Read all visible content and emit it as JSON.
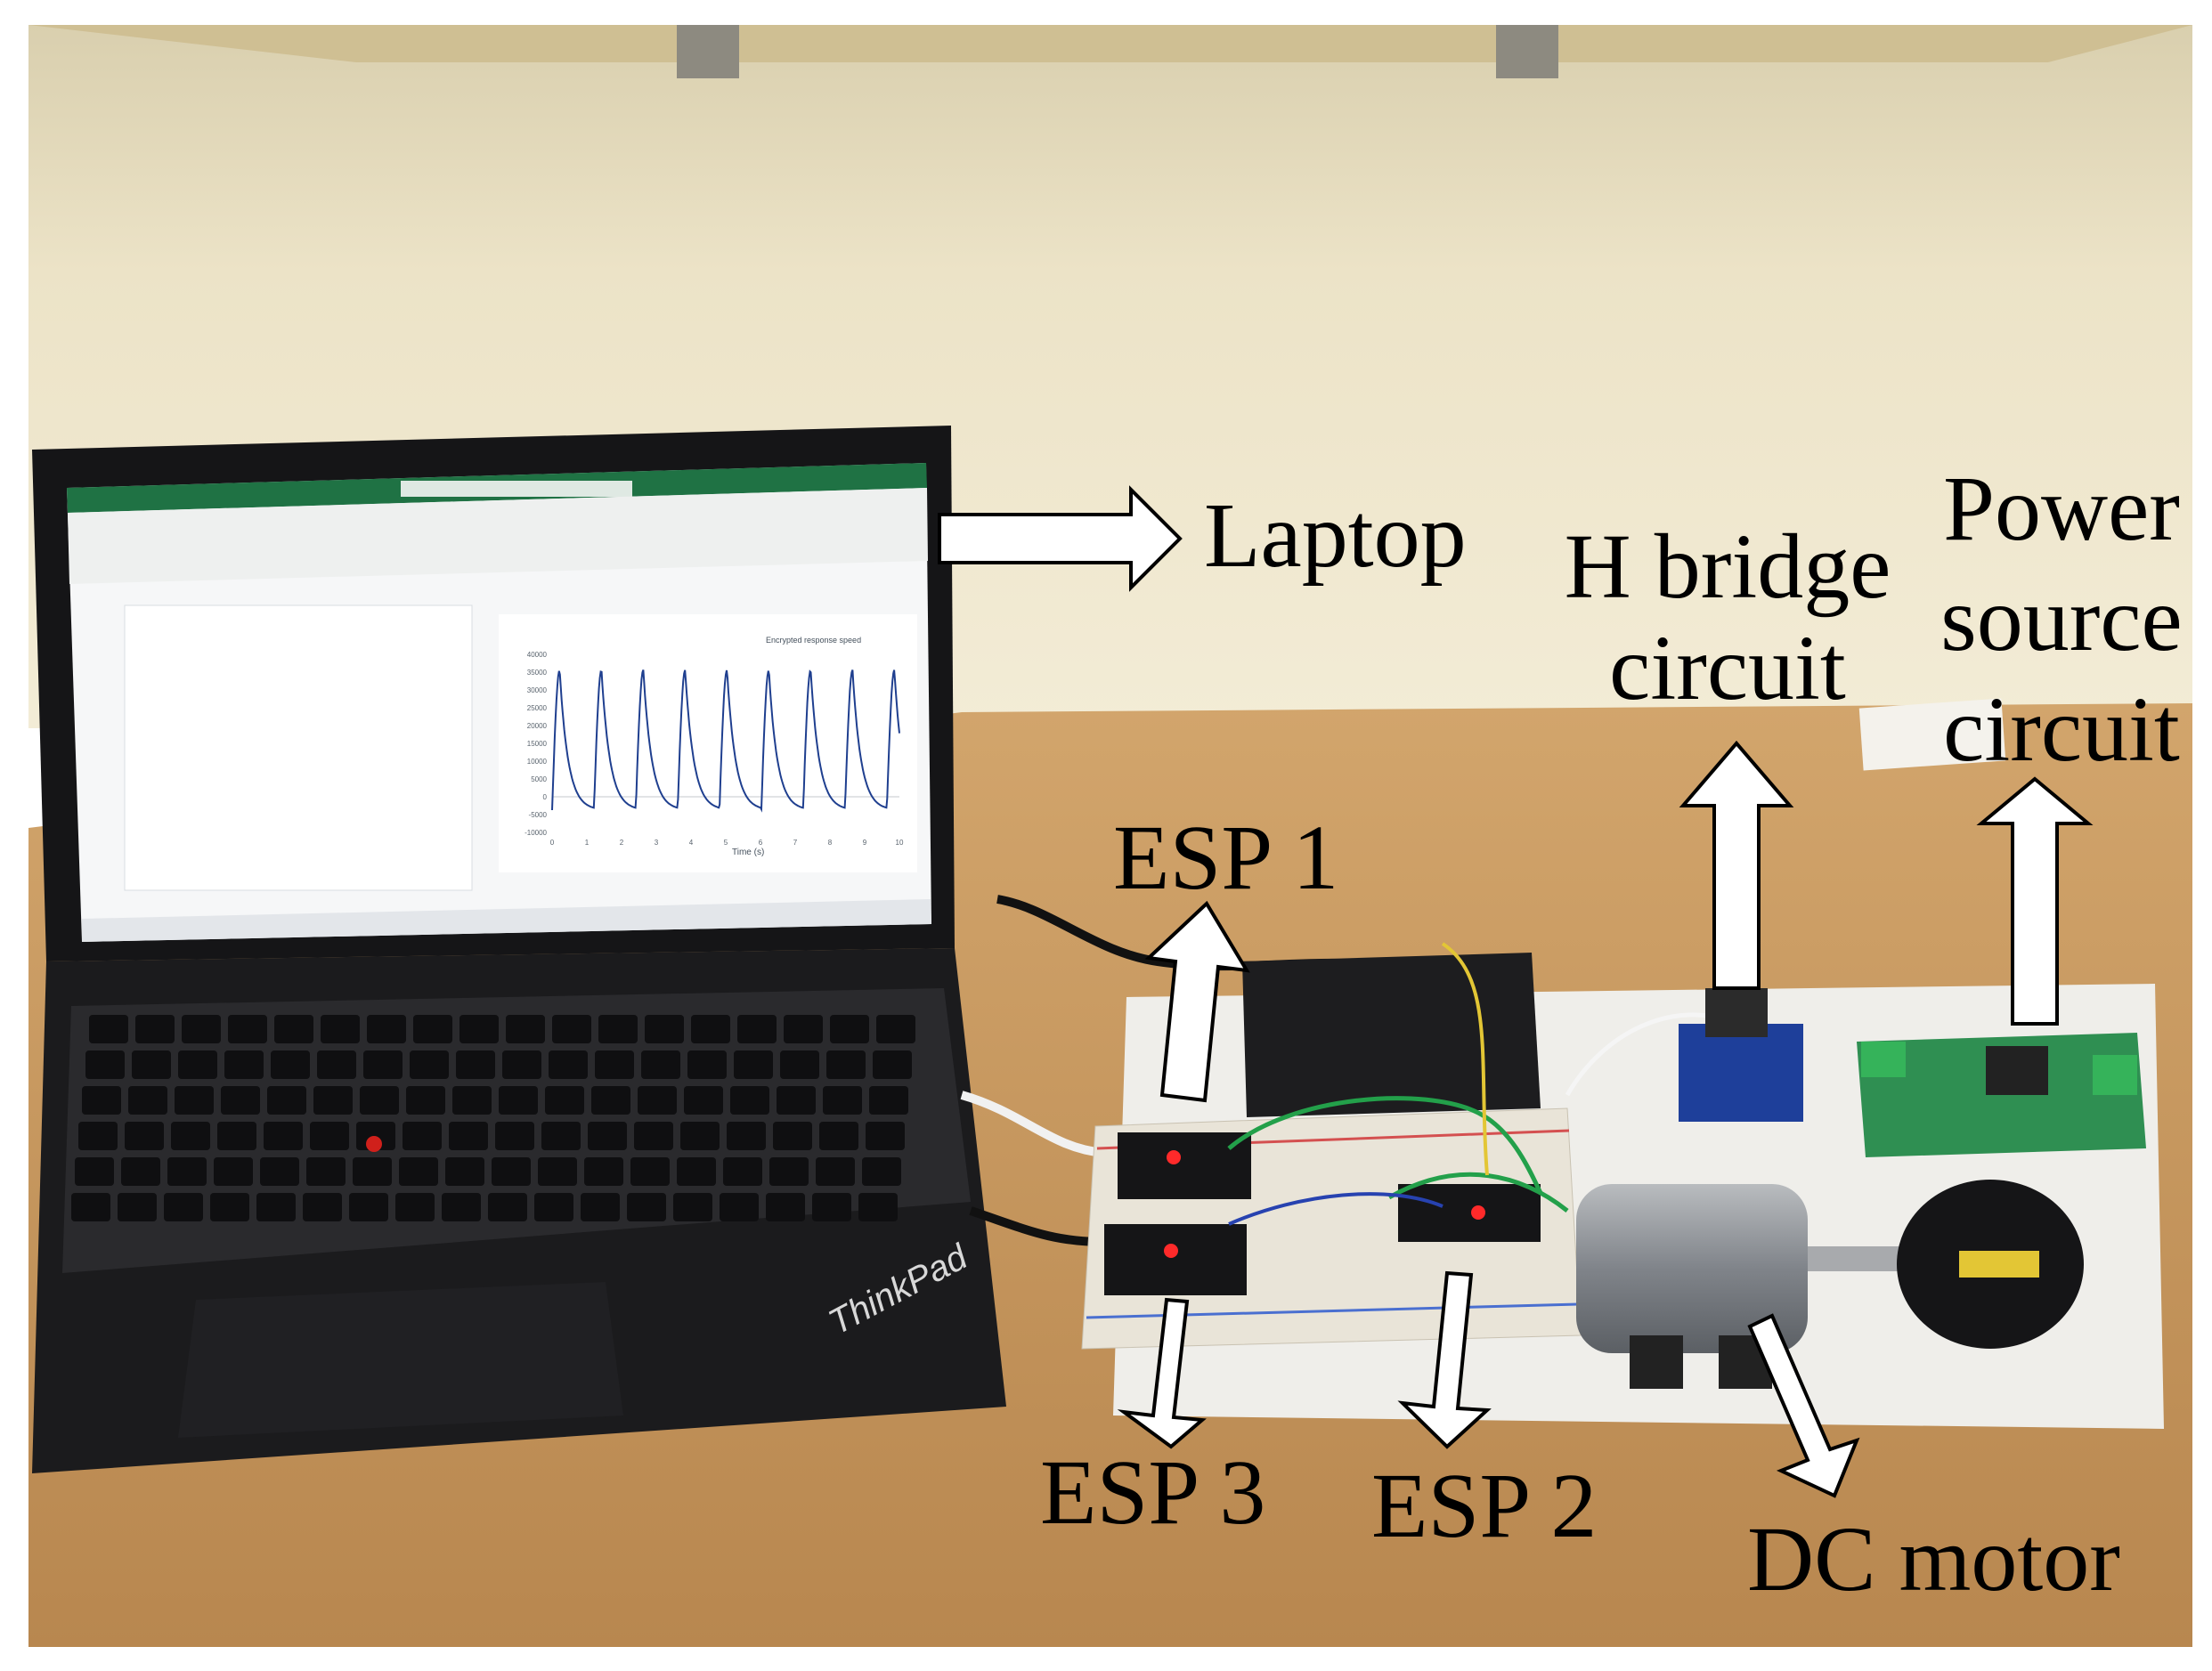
{
  "photo": {
    "palette": {
      "wall": "#efe6cc",
      "shelf_underside": "#c9b98e",
      "desk": "#c89a62",
      "laptop_body": "#1b1b1d",
      "screen_ribbon": "#1f7244",
      "breadboard": "#e9e4d8",
      "pcb": "#2f8f52",
      "motor": "#8c8f93",
      "arrow_fill": "#ffffff",
      "arrow_stroke": "#000000"
    },
    "laptop_brand": "ThinkPad",
    "screen_chart": {
      "type": "line",
      "legend": "Encrypted response speed",
      "yticks": [
        "40000",
        "35000",
        "30000",
        "25000",
        "20000",
        "15000",
        "10000",
        "5000",
        "0",
        "-5000",
        "-10000"
      ],
      "xticks": [
        "0",
        "1",
        "2",
        "3",
        "4",
        "5",
        "6",
        "7",
        "8",
        "9",
        "10"
      ],
      "xlabel": "Time (s)"
    }
  },
  "labels": {
    "laptop": "Laptop",
    "h_bridge_line1": "H bridge",
    "h_bridge_line2": "circuit",
    "power_line1": "Power",
    "power_line2": "source",
    "power_line3": "circuit",
    "esp1": "ESP 1",
    "esp2": "ESP 2",
    "esp3": "ESP 3",
    "dc_motor": "DC motor"
  }
}
